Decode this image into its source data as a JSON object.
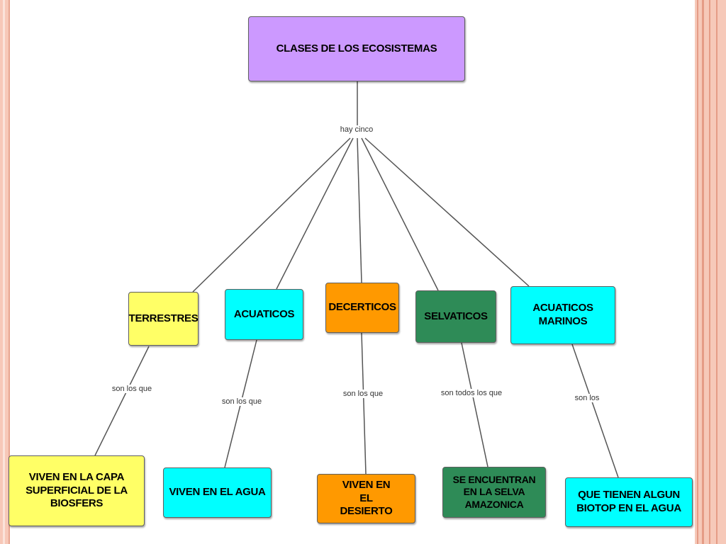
{
  "title": "CLASES DE LOS ECOSISTEMAS",
  "root_connector": "hay cinco",
  "categories": [
    {
      "label": "TERRESTRES",
      "relation": "son los que",
      "description": "VIVEN EN  LA CAPA SUPERFICIAL DE LA BIOSFERS",
      "color": "#ffff66"
    },
    {
      "label": "ACUATICOS",
      "relation": "son los que",
      "description": "VIVEN EN EL AGUA",
      "color": "#00ffff"
    },
    {
      "label": "DECERTICOS",
      "relation": "son los que",
      "description": "VIVEN EN EL DESIERTO",
      "color": "#ff9900"
    },
    {
      "label": "SELVATICOS",
      "relation": "son todos los que",
      "description": "SE ENCUENTRAN EN LA SELVA AMAZONICA",
      "color": "#2e8b57"
    },
    {
      "label": "ACUATICOS MARINOS",
      "relation": "son los",
      "description": "QUE TIENEN ALGUN BIOTOP EN EL AGUA",
      "color": "#00ffff"
    }
  ],
  "colors": {
    "title_node": "#cc99ff",
    "line": "#555555"
  }
}
